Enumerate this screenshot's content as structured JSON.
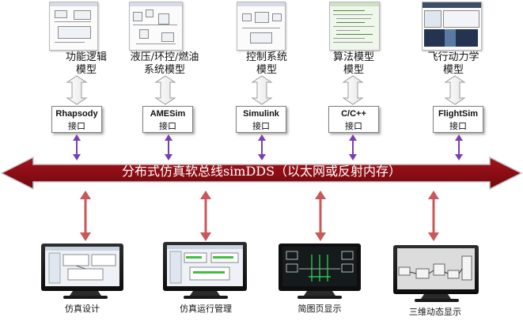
{
  "colors": {
    "bus_fill": "#8b0d14",
    "bus_stroke": "#c7c7c7",
    "purple_arrow": "#7a3fb3",
    "red_arrow": "#c8585a"
  },
  "models": [
    {
      "label": "功能逻辑\n模型",
      "interface": "Rhapsody"
    },
    {
      "label": "液压/环控/燃油\n系统模型",
      "interface": "AMESim"
    },
    {
      "label": "控制系统\n模型",
      "interface": "Simulink"
    },
    {
      "label": "算法模型\n模型",
      "interface": "C/C++"
    },
    {
      "label": "飞行动力学\n模型",
      "interface": "FlightSim"
    }
  ],
  "interface_suffix": "接口",
  "bus_label": "分布式仿真软总线simDDS（以太网或反射内存）",
  "monitors": [
    {
      "label": "仿真设计"
    },
    {
      "label": "仿真运行管理"
    },
    {
      "label": "简图页显示"
    },
    {
      "label": "三维动态显示"
    }
  ]
}
